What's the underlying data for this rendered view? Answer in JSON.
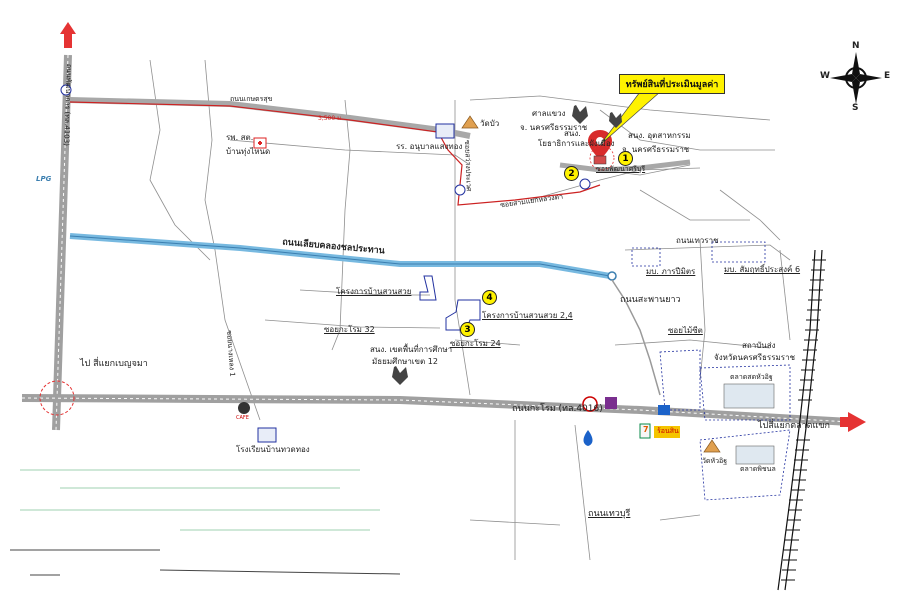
{
  "target_label": "ทรัพย์สินที่ประเมินมูลค่า",
  "compass": {
    "n": "N",
    "s": "S",
    "e": "E",
    "w": "W"
  },
  "roads": {
    "kasetsuk": "ถนนเกษตรสุข",
    "distance": "3,500 ม.",
    "seeyaek_benjama": "ไป สี่แยกเบญจมา",
    "seeyaek_talat": "ไปสี่แยกตลาดแขก",
    "klong": "ถนนเลียบคลองชลประทาน",
    "kaeram": "ถนนกะโรม (ทล.4016)",
    "saphanyao": "ถนนสะพานยาว",
    "tewarat": "ถนนเทวราช",
    "tewaburi": "ถนนเทวบุรี",
    "soi_kaeram32": "ซอยกะโรม 32",
    "soi_kaeram24": "ซอยกะโรม 24",
    "soi_laeng": "ซอยนางเหลง 1",
    "soi_maisee": "ซอยไม้ซีต",
    "soi_sawang": "ซอยสว่างประเวศ",
    "soi_talat": "ซอยสามแยกหลวงตา",
    "highway_left": "ถนนพัฒนาการ (ทล.4103)",
    "soi_right_target": "ซอยพัฒนาศรีบุรี"
  },
  "places": {
    "hospital": "รพ. สต.",
    "hospital2": "บ้านทุ่งไหนด",
    "school1": "รร. อนุบาลแสงทอง",
    "wat_bua": "วัดบัว",
    "court": "ศาลแขวง",
    "court2": "จ. นครศรีธรรมราช",
    "office": "สนง.",
    "office2": "โยธาธิการและผังเมือง",
    "industry": "สนง. อุตสาหกรรม",
    "industry2": "จ. นครศรีธรรมราช",
    "proj_suansuay": "โครงการบ้านสวนสวย",
    "proj_suansuay24": "โครงการบ้านสวนสวย 2,4",
    "edu_office": "สนง. เขตพื้นที่การศึกษา",
    "edu_office2": "มัธยมศึกษาเขต 12",
    "moo_tarin": "มบ. ภารปีมิตร",
    "moo_sampat": "มบ. สัมฤทธิ์ประสงค์ 6",
    "sathaban": "สถาบันส่ง",
    "sathaban2": "จังหวัดนครศรีธรรมราช",
    "talat_sod": "ตลาดสดหัวอิฐ",
    "wat_huait": "วัดหัวอิฐ",
    "talat_phiman": "ตลาดพิชนล",
    "school2": "โรงเรียนบ้านทวดทอง",
    "lpg": "LPG",
    "seven": "7",
    "mart": "ร้อนสิน",
    "cafe": "CAFE"
  },
  "markers": [
    "1",
    "2",
    "3",
    "4"
  ],
  "colors": {
    "main_road": "#9a9a9a",
    "canal": "#77b9e0",
    "red_route": "#cc2222",
    "arrow": "#e53333",
    "yellow": "#fff200",
    "blue_plot": "#2231a0"
  }
}
